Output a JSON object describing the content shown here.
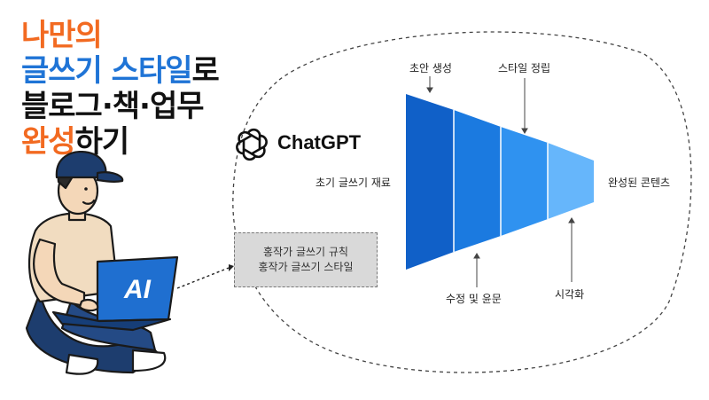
{
  "title": {
    "line1": "나만의",
    "line2_blue": "글쓰기 스타일",
    "line2_black": "로",
    "line3": "블로그·책·업무",
    "line4_orange": "완성",
    "line4_black": "하기"
  },
  "brand": {
    "name": "ChatGPT",
    "icon": "openai-logo-icon"
  },
  "laptop_badge": "AI",
  "rules": {
    "line1": "홍작가 글쓰기 규칙",
    "line2": "홍작가 글쓰기 스타일"
  },
  "funnel": {
    "input_label": "초기 글쓰기 재료",
    "output_label": "완성된 콘텐츠",
    "stages": [
      {
        "label": "초안 생성",
        "position": "top",
        "color": "#1060c8"
      },
      {
        "label": "수정 및 윤문",
        "position": "bottom",
        "color": "#1b7ae0"
      },
      {
        "label": "스타일 정립",
        "position": "top",
        "color": "#2f92f0"
      },
      {
        "label": "시각화",
        "position": "bottom",
        "color": "#66b6fb"
      }
    ]
  },
  "colors": {
    "accent_orange": "#f26a21",
    "accent_blue": "#1f74d6"
  }
}
